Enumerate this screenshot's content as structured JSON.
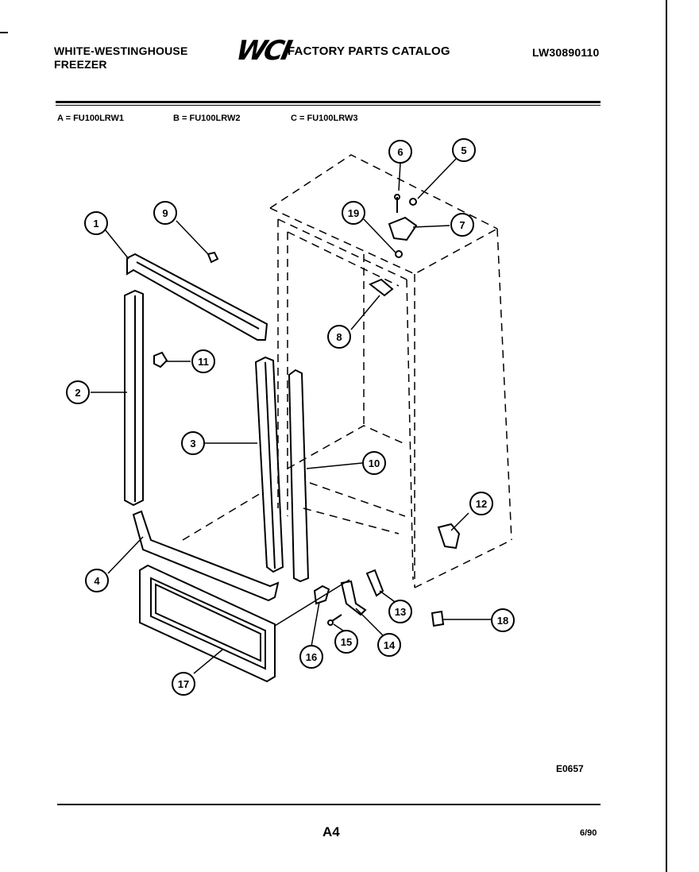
{
  "header": {
    "brand_line1": "WHITE-WESTINGHOUSE",
    "brand_line2": "FREEZER",
    "logo": "WCI",
    "catalog_title": "FACTORY PARTS CATALOG",
    "doc_number": "LW30890110"
  },
  "models": {
    "a": "A = FU100LRW1",
    "b": "B = FU100LRW2",
    "c": "C = FU100LRW3"
  },
  "diagram": {
    "callouts": {
      "c1": "1",
      "c2": "2",
      "c3": "3",
      "c4": "4",
      "c5": "5",
      "c6": "6",
      "c7": "7",
      "c8": "8",
      "c9": "9",
      "c10": "10",
      "c11": "11",
      "c12": "12",
      "c13": "13",
      "c14": "14",
      "c15": "15",
      "c16": "16",
      "c17": "17",
      "c18": "18",
      "c19": "19"
    }
  },
  "footer": {
    "drawing_code": "E0657",
    "page": "A4",
    "date": "6/90"
  }
}
